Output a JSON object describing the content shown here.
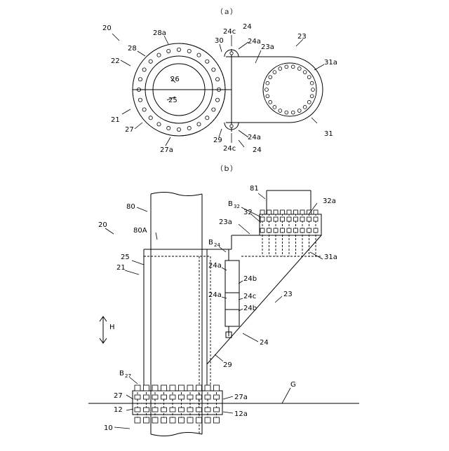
{
  "panels": {
    "a_label": "（ａ）",
    "b_label": "（ｂ）"
  },
  "labels_a": {
    "l20": "20",
    "l22": "22",
    "l21": "21",
    "l28a": "28a",
    "l28": "28",
    "l26": "26",
    "l25": "25",
    "l27": "27",
    "l27a": "27a",
    "l29": "29",
    "l30": "30",
    "l24c_top": "24c",
    "l24_top": "24",
    "l24a_top": "24a",
    "l23a": "23a",
    "l23": "23",
    "l31a": "31a",
    "l31": "31",
    "l24c_bot": "24c",
    "l24a_bot": "24a",
    "l24_bot": "24"
  },
  "labels_b": {
    "l80": "80",
    "l80A": "80A",
    "l20": "20",
    "l25": "25",
    "l21": "21",
    "l81": "81",
    "lB32_main": "B",
    "lB32_sub": "32",
    "l32a": "32a",
    "l32": "32",
    "l23a": "23a",
    "lB24_main": "B",
    "lB24_sub": "24",
    "l31a": "31a",
    "l24a_1": "24a",
    "l24b_1": "24b",
    "l24a_2": "24a",
    "l24c": "24c",
    "l24b_2": "24b",
    "l23": "23",
    "lH": "H",
    "l24": "24",
    "l29": "29",
    "lB27_main": "B",
    "lB27_sub": "27",
    "lG": "G",
    "l27": "27",
    "l27a": "27a",
    "l12": "12",
    "l12a": "12a",
    "l10": "10"
  }
}
